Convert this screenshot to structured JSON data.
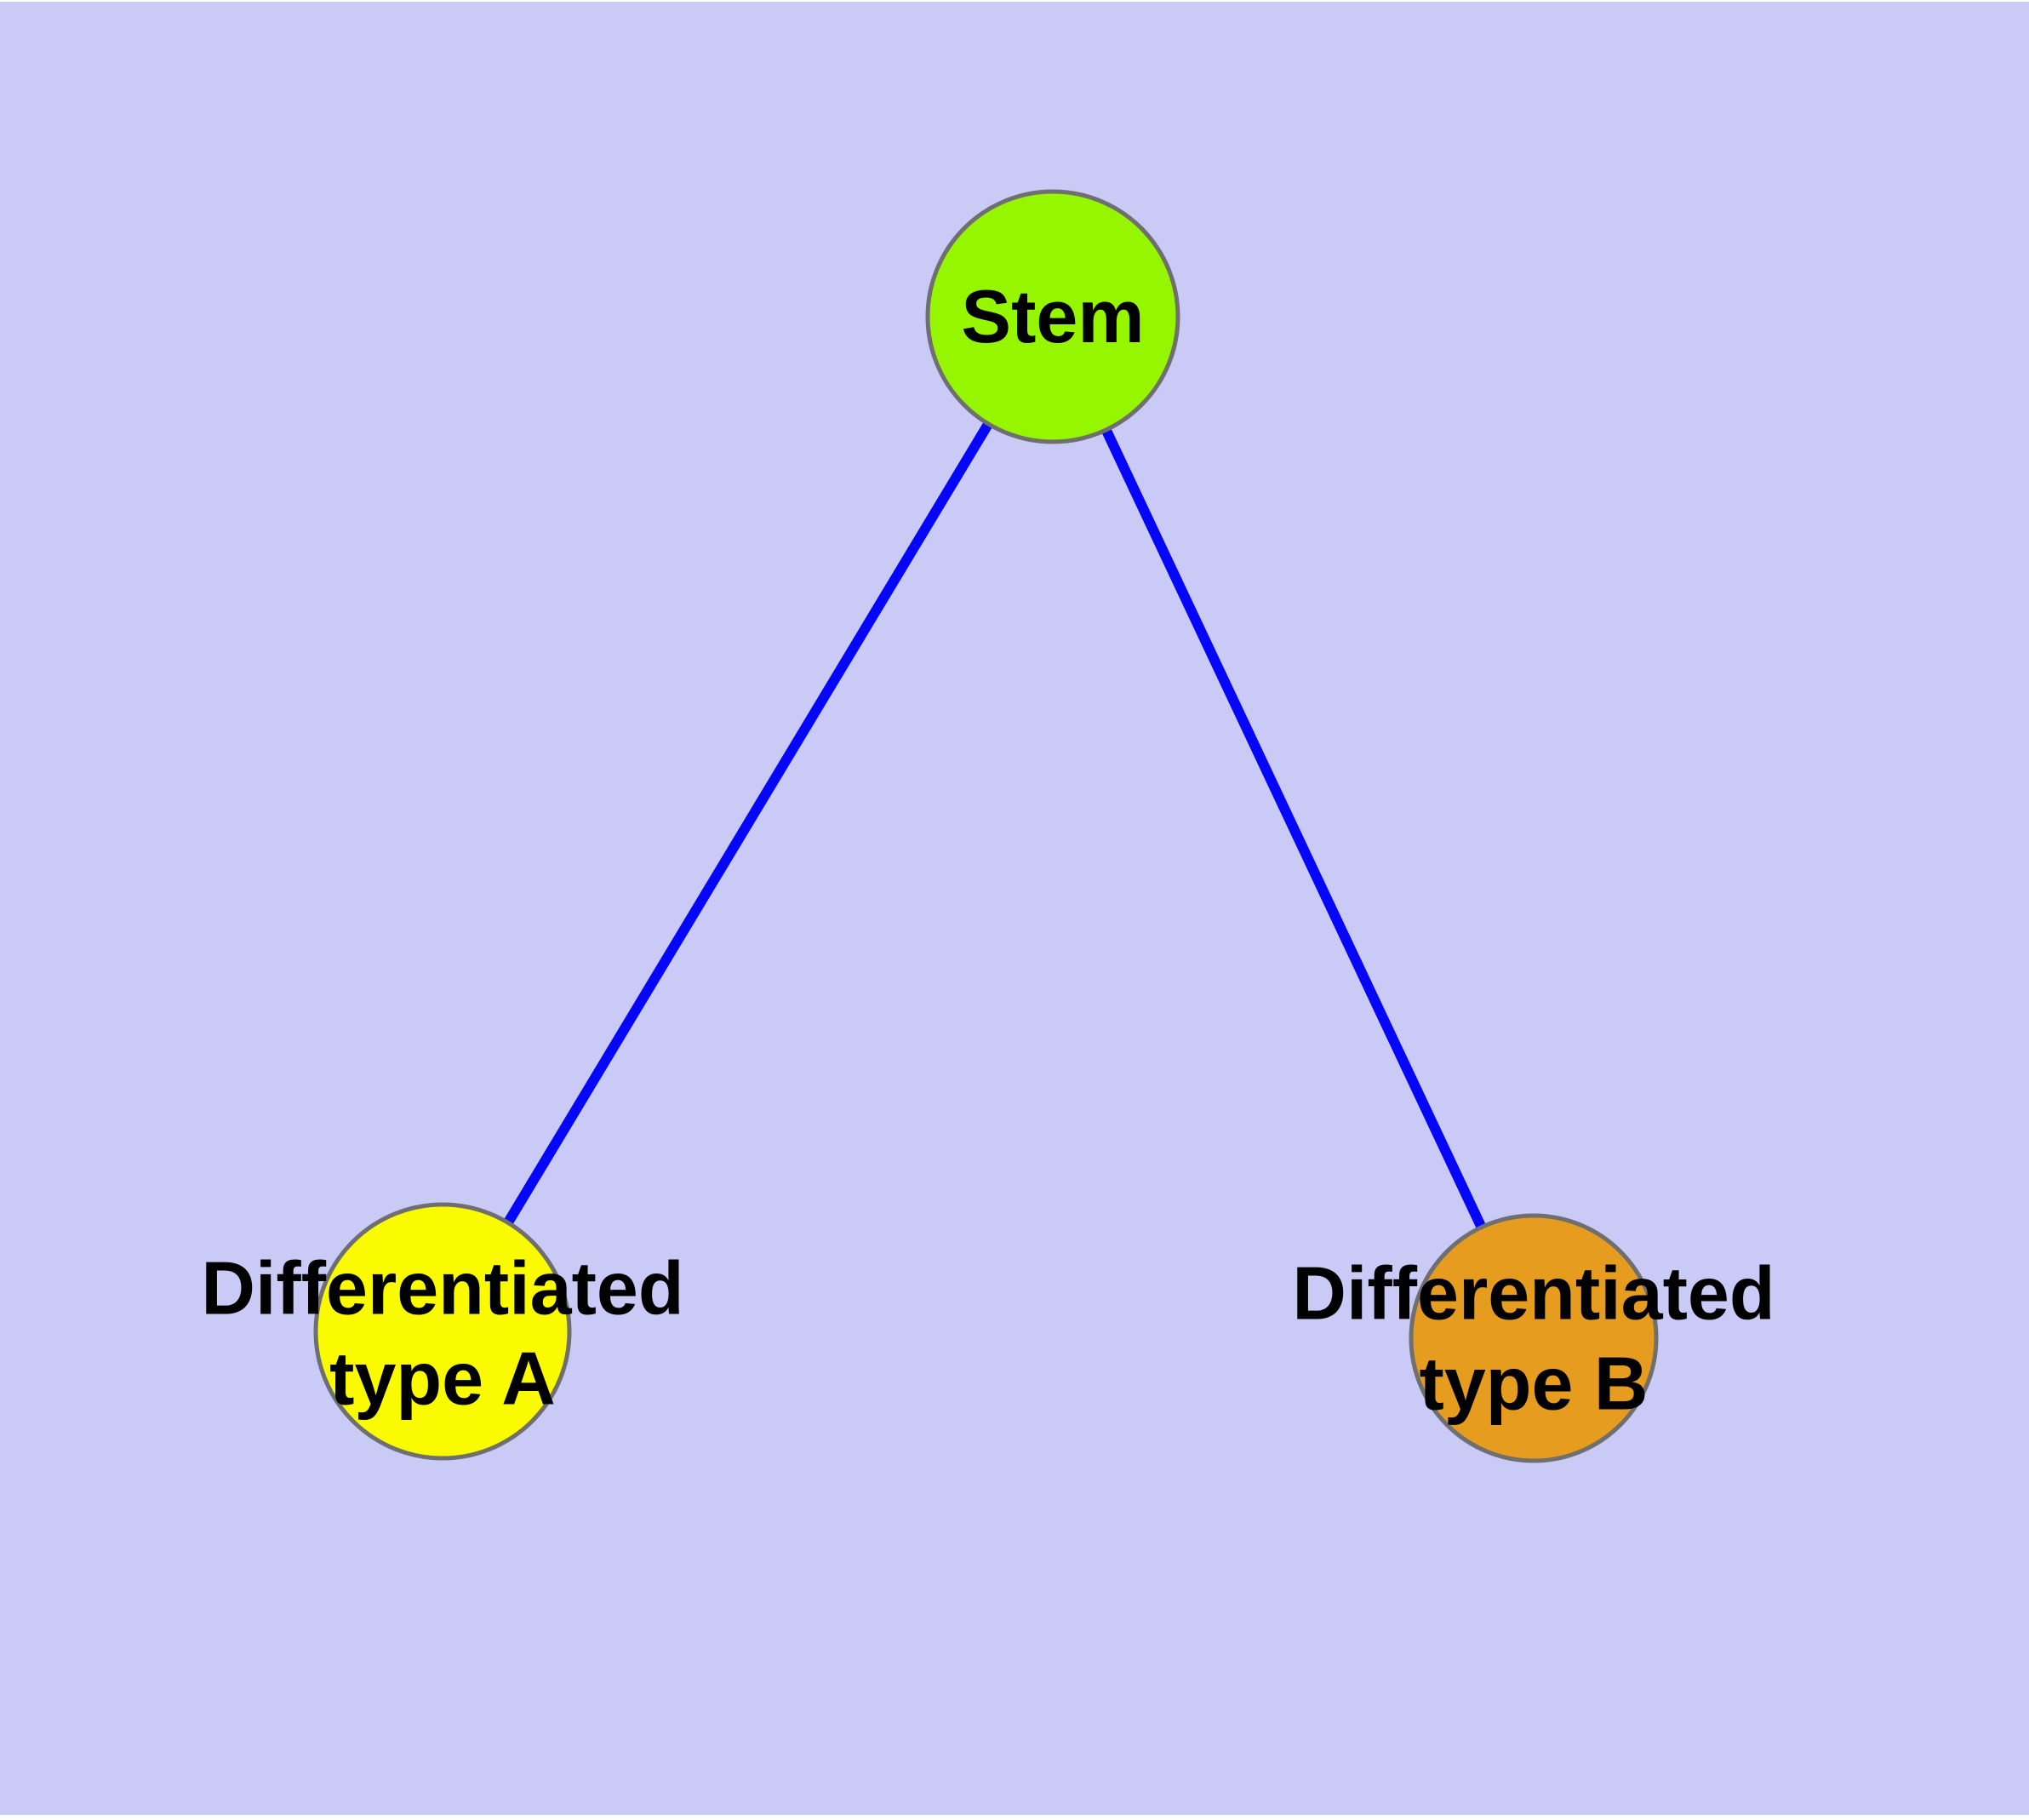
{
  "canvas": {
    "plot_background_color": "#cacaf7",
    "outer_background_color": "#ffffff",
    "label_text_color": "#000000"
  },
  "nodes": [
    {
      "id": "stem",
      "lines": [
        "Stem"
      ],
      "fill": "#95f600",
      "border_color": "#6f6f6f"
    },
    {
      "id": "type-a",
      "lines": [
        "Differentiated",
        "type A"
      ],
      "fill": "#fbfb00",
      "border_color": "#6f6f6f"
    },
    {
      "id": "type-b",
      "lines": [
        "Differentiated",
        "type B"
      ],
      "fill": "#e69c1e",
      "border_color": "#6f6f6f"
    }
  ],
  "edges": {
    "color": "#0505fa",
    "items": [
      {
        "from": "Stem",
        "to": "Differentiated type A"
      },
      {
        "from": "Stem",
        "to": "Differentiated type B"
      }
    ]
  }
}
